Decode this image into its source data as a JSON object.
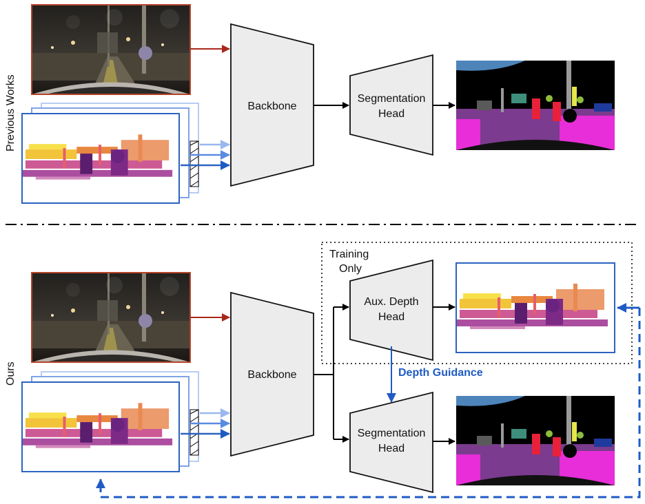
{
  "sections": {
    "top_label": "Previous Works",
    "bottom_label": "Ours"
  },
  "blocks": {
    "backbone_top": "Backbone",
    "backbone_bottom": "Backbone",
    "seg_head_top": [
      "Segmentation",
      "Head"
    ],
    "seg_head_bottom": [
      "Segmentation",
      "Head"
    ],
    "aux_depth_head": [
      "Aux. Depth",
      "Head"
    ]
  },
  "training_only": [
    "Training",
    "Only"
  ],
  "depth_guidance": "Depth Guidance",
  "colors": {
    "rgb_frame": "#b5442a",
    "depth_frame": "#2a63c0",
    "dashed_feedback": "#1f5bc4",
    "block_fill": "#ececec",
    "arrow_red": "#a8281b"
  }
}
